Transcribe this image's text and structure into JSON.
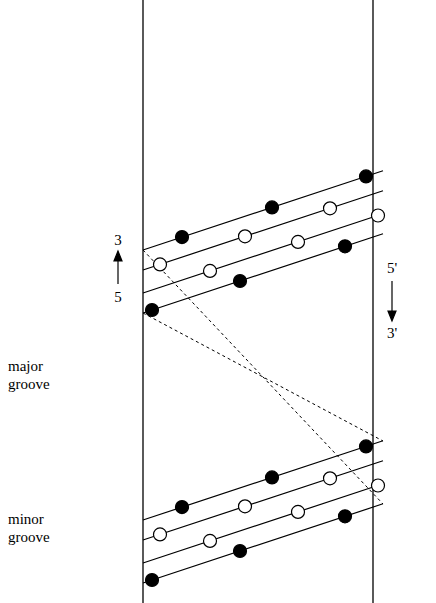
{
  "diagram": {
    "labels": [
      "3",
      "5",
      "5'",
      "3'",
      "major groove",
      "minor groove"
    ]
  }
}
